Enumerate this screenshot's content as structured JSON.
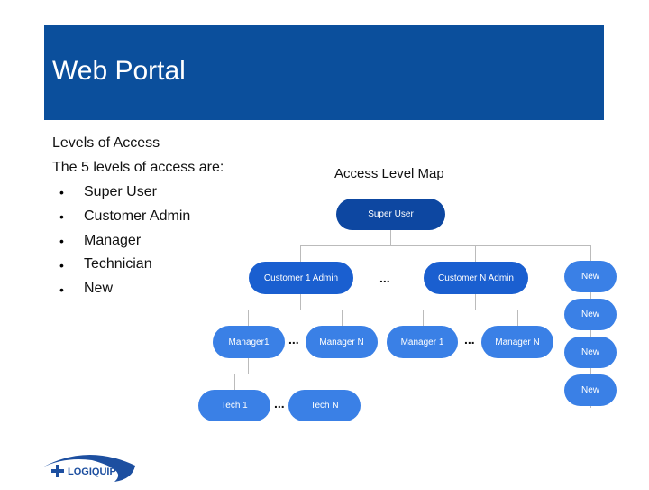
{
  "header": {
    "title": "Web Portal"
  },
  "content": {
    "heading": "Levels of Access",
    "intro": "The 5 levels of access are:",
    "levels": [
      "Super User",
      "Customer Admin",
      "Manager",
      "Technician",
      "New"
    ]
  },
  "map": {
    "title": "Access Level Map",
    "super": "Super User",
    "cust1": "Customer 1 Admin",
    "custN": "Customer N Admin",
    "mgr1a": "Manager1",
    "mgrNa": "Manager N",
    "mgr1b": "Manager 1",
    "mgrNb": "Manager N",
    "tech1": "Tech 1",
    "techN": "Tech N",
    "new": [
      "New",
      "New",
      "New",
      "New"
    ],
    "ellipsis": "..."
  },
  "colors": {
    "header": "#0b4f9c",
    "super": "#0d47a1",
    "admin": "#1a5fd0",
    "node": "#3a80e6"
  },
  "logo": {
    "text": "LOGIQUIP"
  }
}
